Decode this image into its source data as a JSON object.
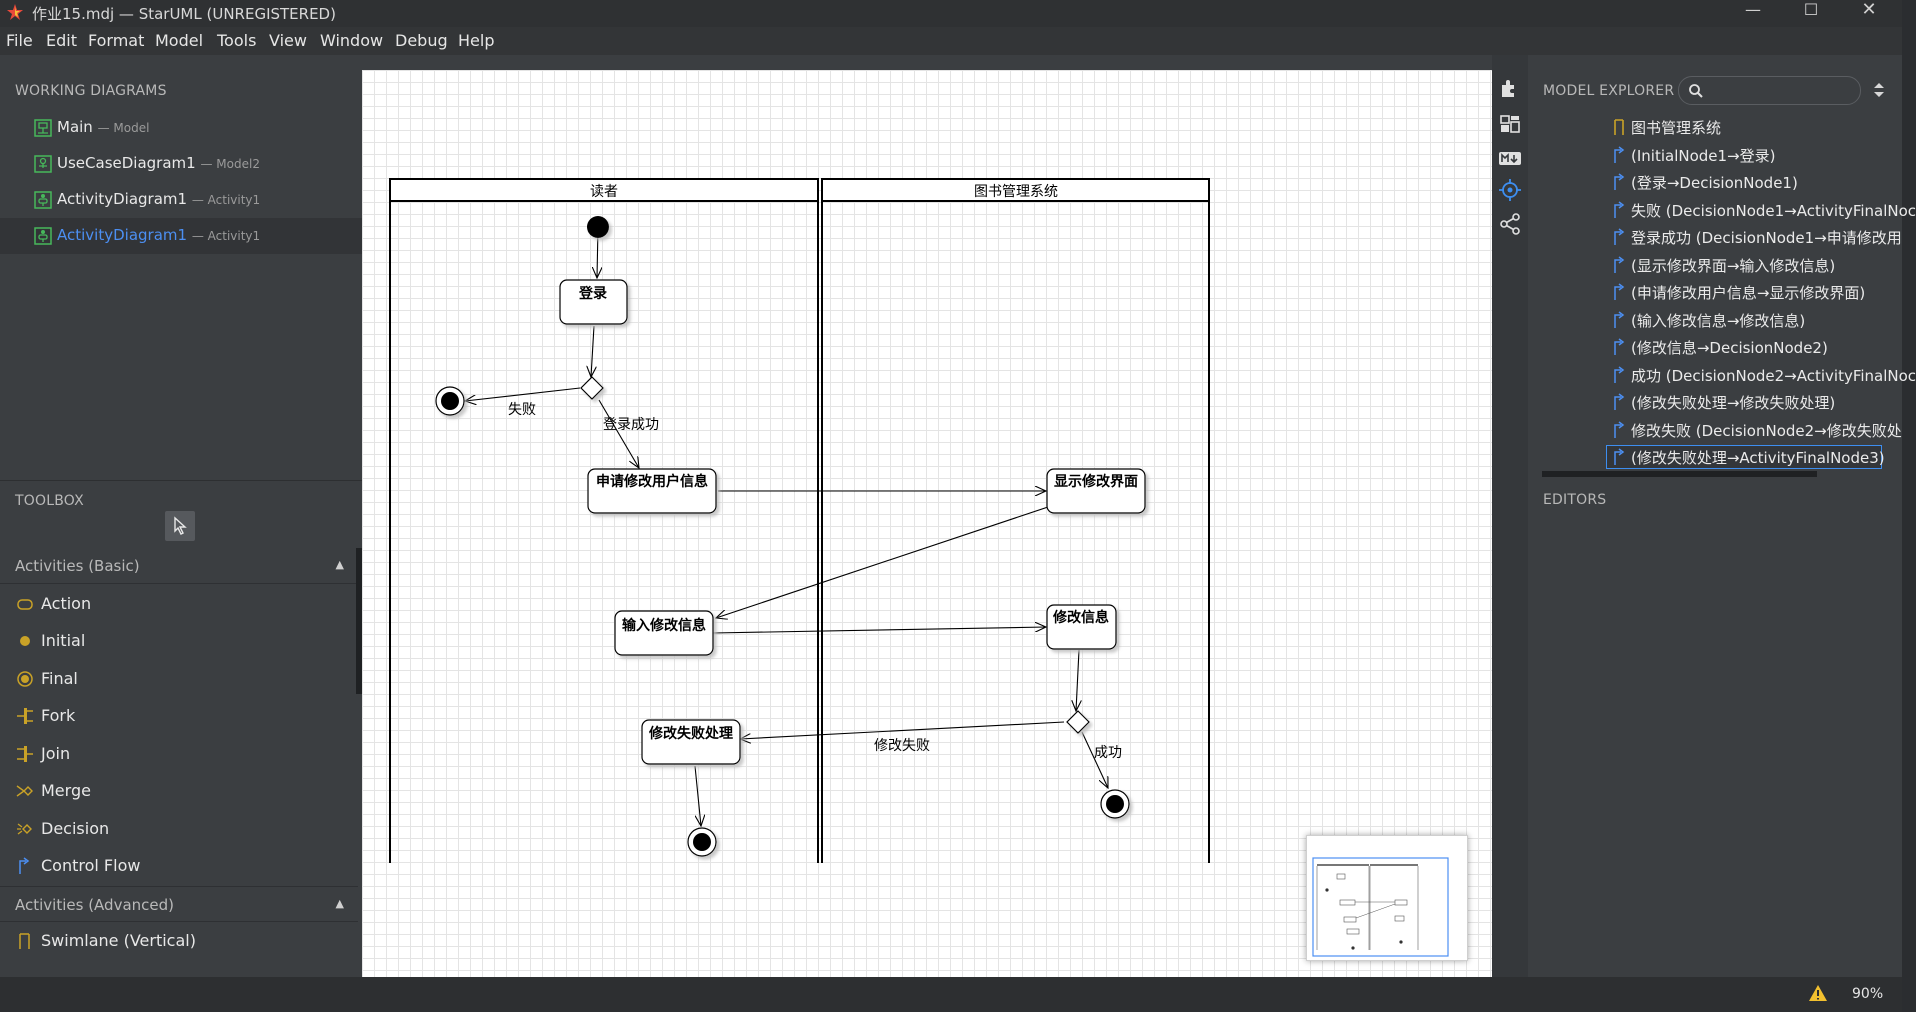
{
  "window": {
    "title": "作业15.mdj — StarUML (UNREGISTERED)",
    "controls": [
      "minimize",
      "maximize",
      "close"
    ]
  },
  "menu": [
    "File",
    "Edit",
    "Format",
    "Model",
    "Tools",
    "View",
    "Window",
    "Debug",
    "Help"
  ],
  "working_diagrams": {
    "header": "WORKING DIAGRAMS",
    "items": [
      {
        "name": "Main",
        "owner": "— Model",
        "icon": "class-diagram-icon"
      },
      {
        "name": "UseCaseDiagram1",
        "owner": "— Model2",
        "icon": "usecase-diagram-icon"
      },
      {
        "name": "ActivityDiagram1",
        "owner": "— Activity1",
        "icon": "activity-diagram-icon"
      },
      {
        "name": "ActivityDiagram1",
        "owner": "— Activity1",
        "icon": "activity-diagram-icon",
        "selected": true
      }
    ]
  },
  "toolbox": {
    "header": "TOOLBOX",
    "categories": [
      {
        "name": "Activities (Basic)",
        "expanded": true,
        "items": [
          {
            "label": "Action",
            "icon": "action-icon"
          },
          {
            "label": "Initial",
            "icon": "initial-node-icon"
          },
          {
            "label": "Final",
            "icon": "final-node-icon"
          },
          {
            "label": "Fork",
            "icon": "fork-icon"
          },
          {
            "label": "Join",
            "icon": "join-icon"
          },
          {
            "label": "Merge",
            "icon": "merge-icon"
          },
          {
            "label": "Decision",
            "icon": "decision-icon"
          },
          {
            "label": "Control Flow",
            "icon": "control-flow-icon"
          }
        ]
      },
      {
        "name": "Activities (Advanced)",
        "expanded": true,
        "items": [
          {
            "label": "Swimlane (Vertical)",
            "icon": "swimlane-vertical-icon"
          }
        ]
      }
    ]
  },
  "diagram": {
    "swimlanes": [
      "读者",
      "图书管理系统"
    ],
    "actions": {
      "login": "登录",
      "request_modify": "申请修改用户信息",
      "show_ui": "显示修改界面",
      "input_info": "输入修改信息",
      "modify_info": "修改信息",
      "fail_handle": "修改失败处理"
    },
    "edge_labels": {
      "fail": "失败",
      "login_success": "登录成功",
      "modify_fail": "修改失败",
      "success": "成功"
    }
  },
  "model_explorer": {
    "header": "MODEL EXPLORER",
    "search_placeholder": "",
    "items": [
      {
        "label": "图书管理系统",
        "icon": "swimlane-icon"
      },
      {
        "label": "(InitialNode1→登录)",
        "icon": "control-flow-icon"
      },
      {
        "label": "(登录→DecisionNode1)",
        "icon": "control-flow-icon"
      },
      {
        "label": "失败 (DecisionNode1→ActivityFinalNoc",
        "icon": "control-flow-icon"
      },
      {
        "label": "登录成功 (DecisionNode1→申请修改用",
        "icon": "control-flow-icon"
      },
      {
        "label": "(显示修改界面→输入修改信息)",
        "icon": "control-flow-icon"
      },
      {
        "label": "(申请修改用户信息→显示修改界面)",
        "icon": "control-flow-icon"
      },
      {
        "label": "(输入修改信息→修改信息)",
        "icon": "control-flow-icon"
      },
      {
        "label": "(修改信息→DecisionNode2)",
        "icon": "control-flow-icon"
      },
      {
        "label": "成功 (DecisionNode2→ActivityFinalNoc",
        "icon": "control-flow-icon"
      },
      {
        "label": "(修改失败处理→修改失败处理)",
        "icon": "control-flow-icon"
      },
      {
        "label": "修改失败 (DecisionNode2→修改失败处",
        "icon": "control-flow-icon"
      },
      {
        "label": "(修改失败处理→ActivityFinalNode3)",
        "icon": "control-flow-icon",
        "selected": true
      }
    ]
  },
  "editors": {
    "header": "EDITORS"
  },
  "status": {
    "zoom": "90%",
    "warning_icon": "warning-icon"
  },
  "colors": {
    "accent": "#4c8ff2",
    "icon_gold": "#c9a227",
    "panel": "#3b3e41"
  }
}
